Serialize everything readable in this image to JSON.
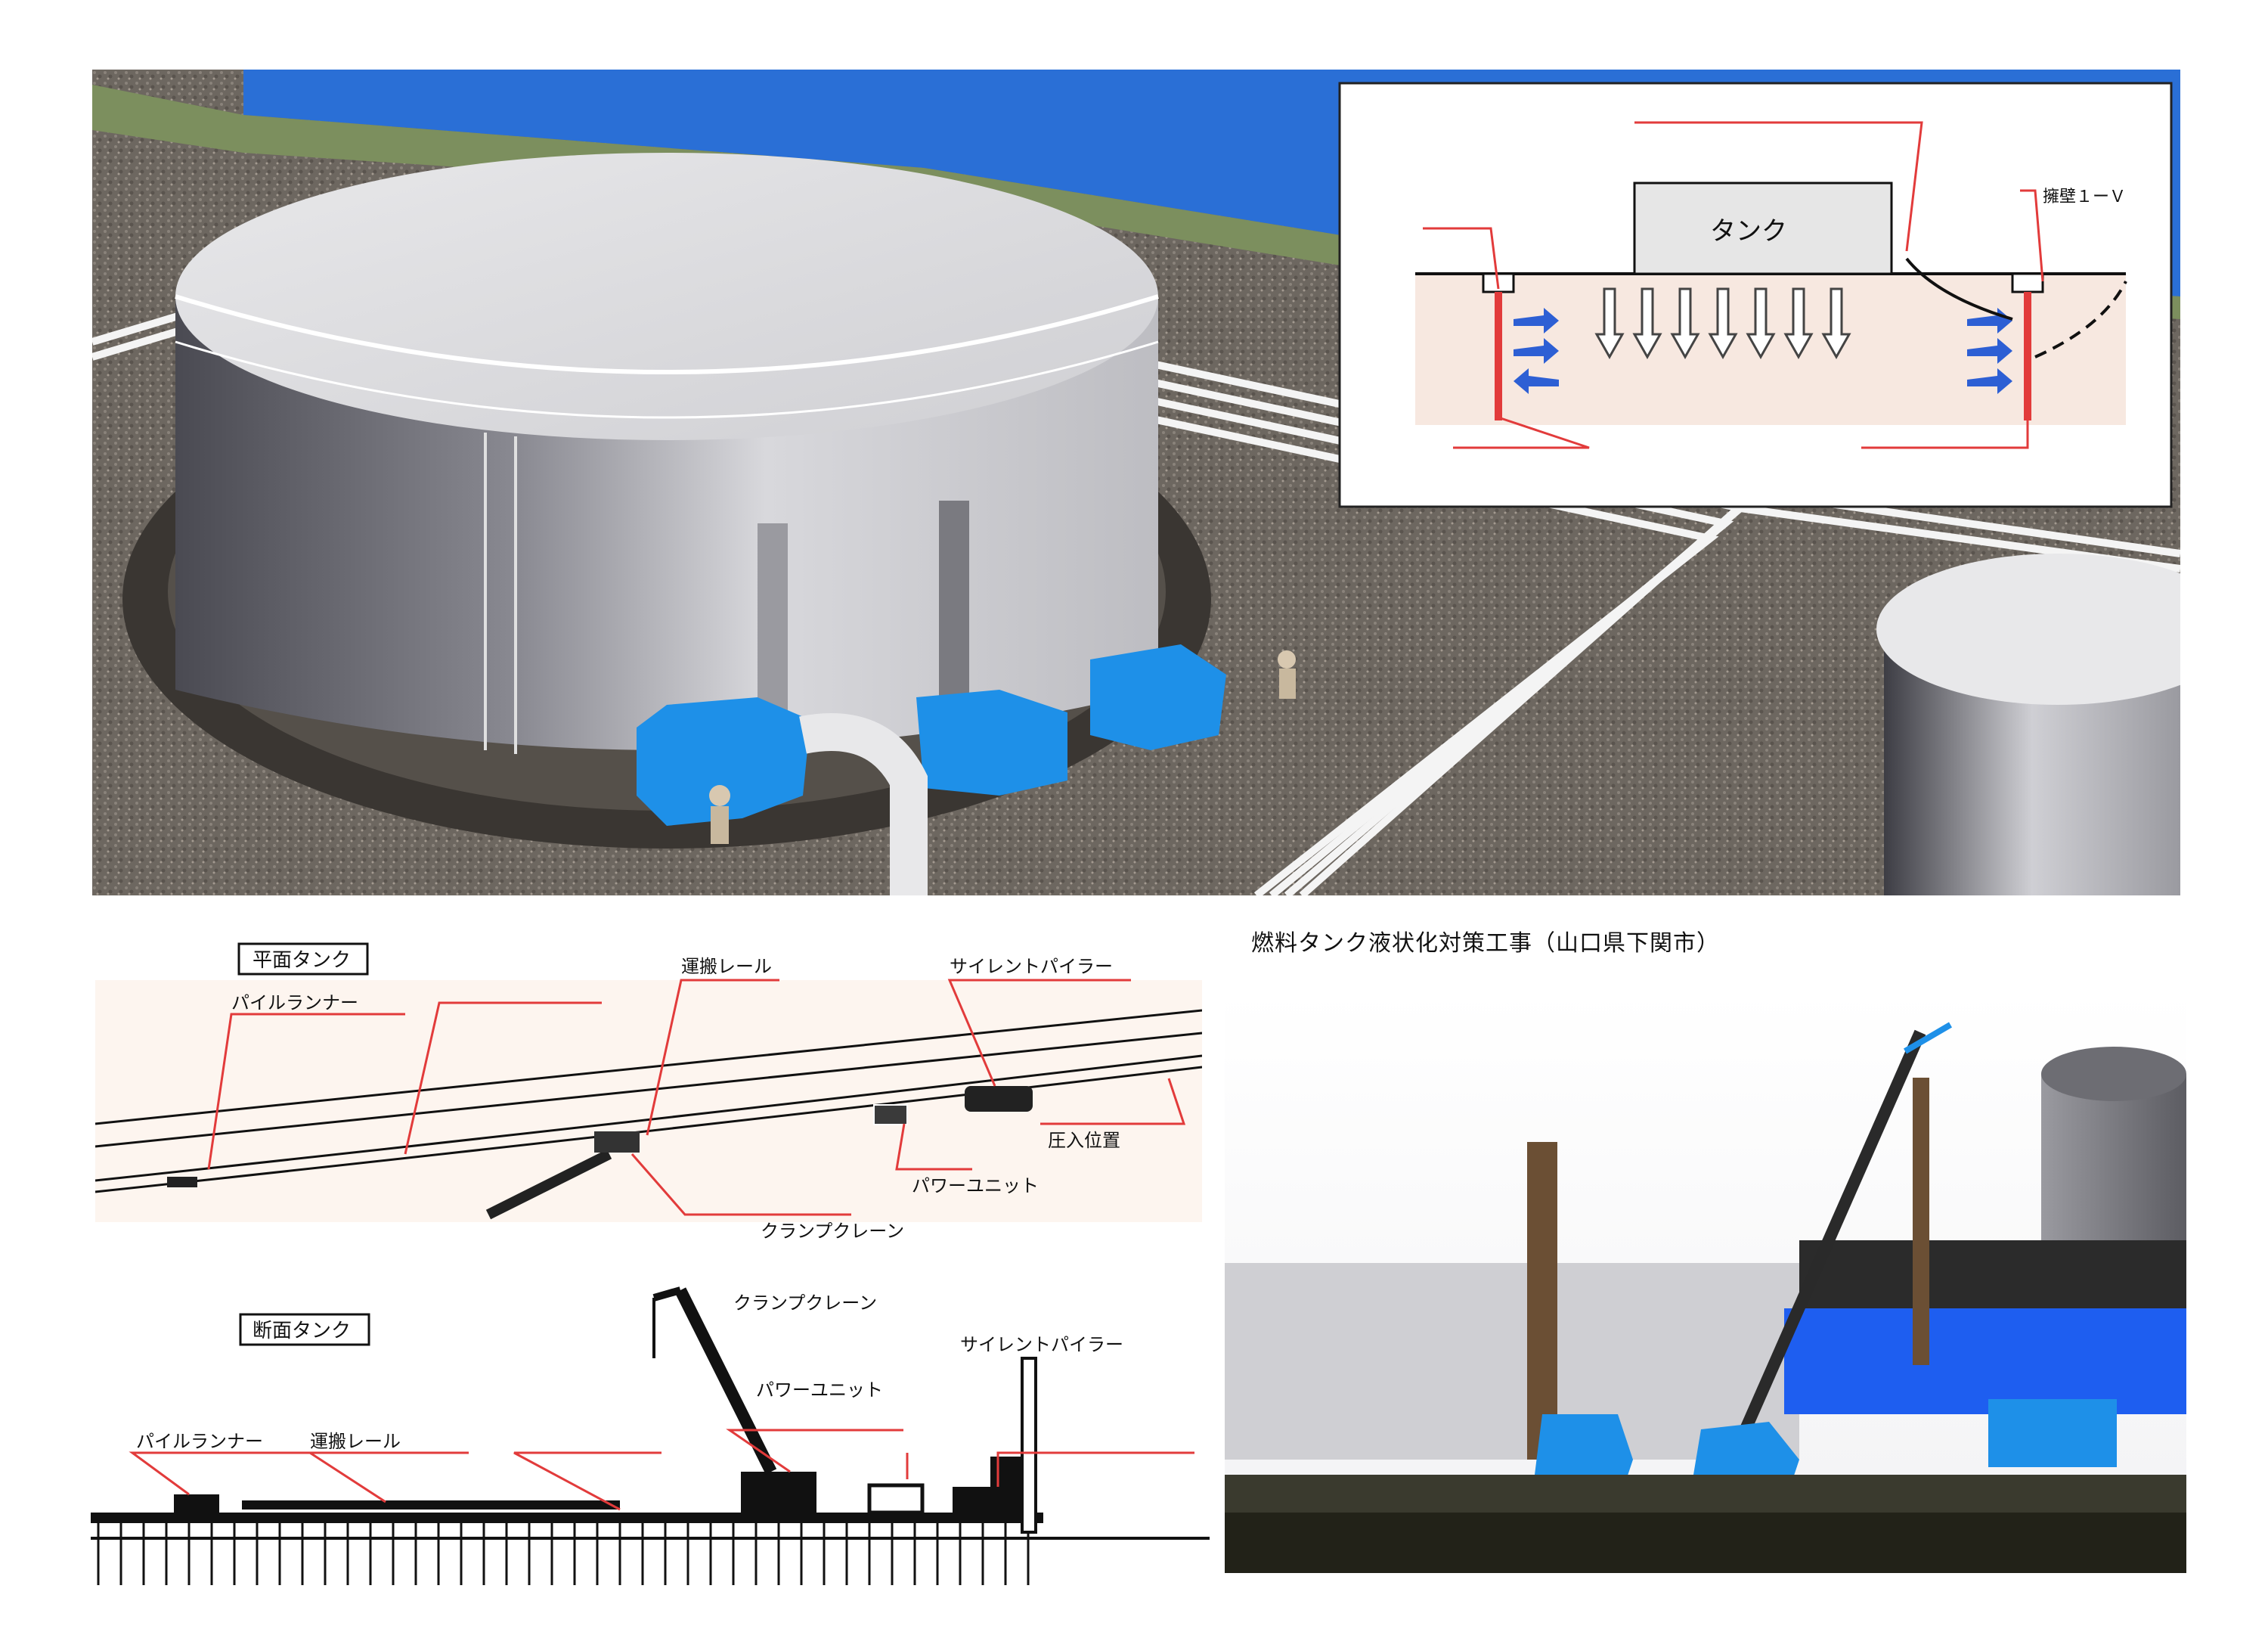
{
  "inset": {
    "tank_label": "タンク",
    "right_label_line1": "擁壁１ーＶ",
    "left_label": "",
    "header_line1": "",
    "header_line2": ""
  },
  "plan_view": {
    "tag": "平面タンク",
    "labels": {
      "pile_runner": "パイルランナー",
      "rail": "運搬レール",
      "silent_piler": "サイレントパイラー",
      "press_in": "圧入位置",
      "power_unit": "パワーユニット",
      "clamp_crane": "クランプクレーン"
    }
  },
  "elevation_view": {
    "tag": "断面タンク",
    "labels": {
      "pile_runner": "パイルランナー",
      "rail": "運搬レール",
      "clamp_crane": "クランプクレーン",
      "power_unit": "パワーユニット",
      "silent_piler": "サイレントパイラー"
    }
  },
  "photo": {
    "caption": "燃料タンク液状化対策工事（山口県下関市）"
  },
  "colors": {
    "accent_red": "#e23b3b",
    "machine_blue": "#1e90e8",
    "water_blue": "#2a6fd6"
  }
}
